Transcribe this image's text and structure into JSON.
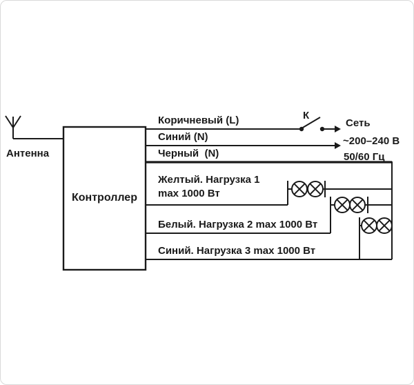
{
  "diagram": {
    "antenna_label": "Антенна",
    "controller_label": "Контроллер",
    "switch_label": "К",
    "mains": {
      "line1": "Сеть",
      "line2": "~200–240 В",
      "line3": "50/60 Гц"
    },
    "wires": {
      "brown": "Коричневый (L)",
      "blue_neutral": "Синий (N)",
      "black": "Черный  (N)",
      "yellow_row1": "Желтый. Нагрузка 1",
      "yellow_row2": "max 1000 Вт",
      "white": "Белый. Нагрузка 2 max 1000 Вт",
      "blue_load": "Синий. Нагрузка 3 max 1000 Вт"
    },
    "icons": {
      "lamp": "circle-with-cross",
      "antenna": "mast-with-fork",
      "switch": "lever-contact",
      "arrow": "right-arrowhead"
    },
    "colors": {
      "ink": "#1a1a1a",
      "background": "#ffffff"
    }
  }
}
